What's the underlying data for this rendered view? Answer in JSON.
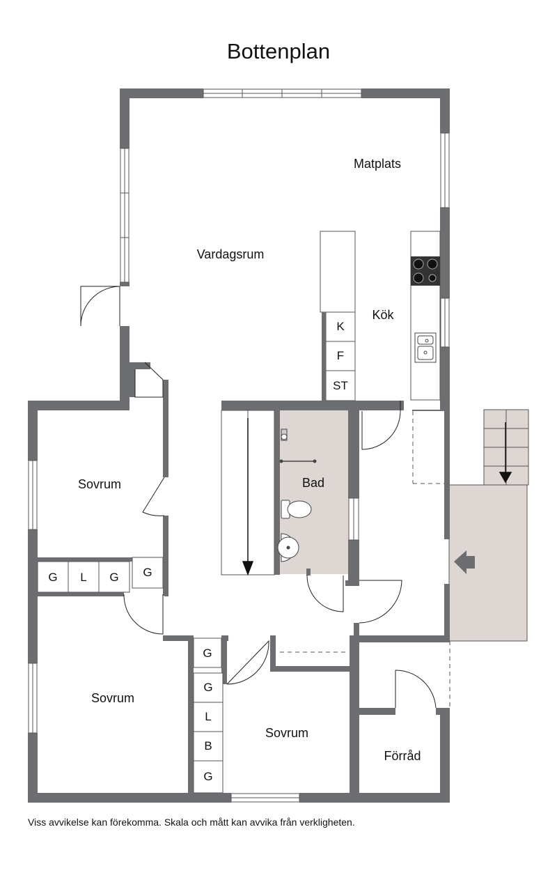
{
  "title": "Bottenplan",
  "rooms": {
    "vardagsrum": "Vardagsrum",
    "matplats": "Matplats",
    "kok": "Kök",
    "bad": "Bad",
    "sovrum_1": "Sovrum",
    "sovrum_2": "Sovrum",
    "sovrum_3": "Sovrum",
    "forrad": "Förråd"
  },
  "kitchen_units": [
    "K",
    "F",
    "ST"
  ],
  "sovrum_1_wardrobes": [
    "G",
    "L",
    "G"
  ],
  "sovrum_1_closet": "G",
  "hall_closet": "G",
  "sovrum_3_wardrobes": [
    "G",
    "L",
    "B",
    "G"
  ],
  "disclaimer": "Viss avvikelse kan förekomma. Skala och mått kan avvika från verkligheten.",
  "colors": {
    "wall": "#6d6e71",
    "wet_room": "#ddd6d2",
    "deck": "#ddd6d2",
    "line": "#222222"
  }
}
